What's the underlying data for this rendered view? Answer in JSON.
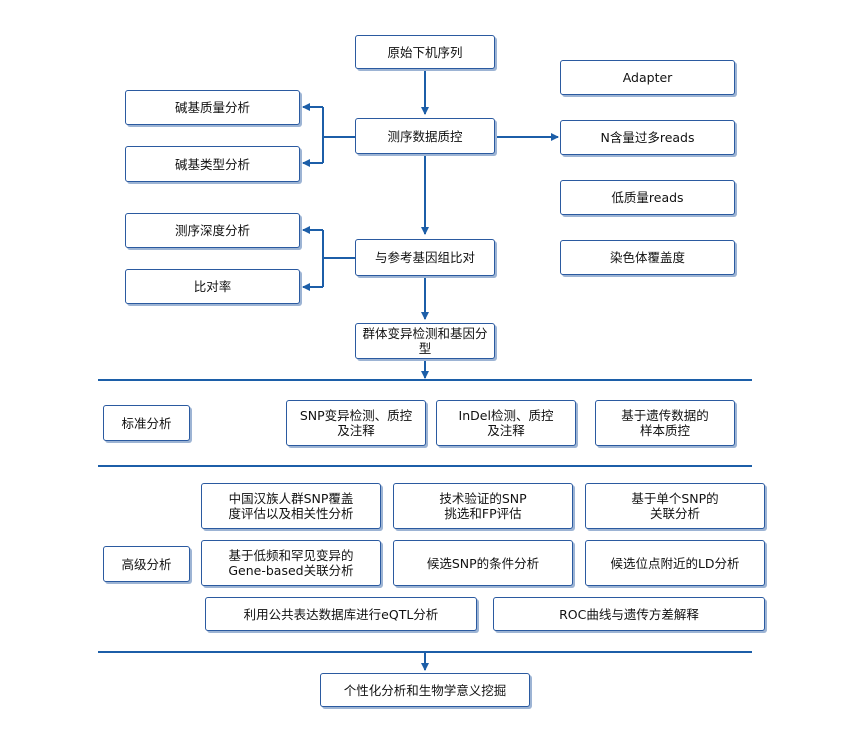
{
  "colors": {
    "line": "#1c5ea8",
    "box_border": "#2b5aa0",
    "box_shadow": "#9db4d4"
  },
  "flow": {
    "raw": "原始下机序列",
    "qc": "测序数据质控",
    "align": "与参考基因组比对",
    "genotype": "群体变异检测和基因分型"
  },
  "qc_sub": {
    "base_quality": "碱基质量分析",
    "base_type": "碱基类型分析"
  },
  "align_sub": {
    "depth": "测序深度分析",
    "rate": "比对率"
  },
  "filters": {
    "adapter": "Adapter",
    "n_reads": "N含量过多reads",
    "low_quality": "低质量reads",
    "coverage": "染色体覆盖度"
  },
  "standard": {
    "label": "标准分析",
    "snp": "SNP变异检测、质控\n及注释",
    "indel": "InDel检测、质控\n及注释",
    "sample_qc": "基于遗传数据的\n样本质控"
  },
  "advanced": {
    "label": "高级分析",
    "coverage_eval": "中国汉族人群SNP覆盖\n度评估以及相关性分析",
    "snp_pick": "技术验证的SNP\n挑选和FP评估",
    "single_snp": "基于单个SNP的\n关联分析",
    "gene_based": "基于低频和罕见变异的\nGene-based关联分析",
    "conditional": "候选SNP的条件分析",
    "ld": "候选位点附近的LD分析",
    "eqtl": "利用公共表达数据库进行eQTL分析",
    "roc": "ROC曲线与遗传方差解释"
  },
  "final": "个性化分析和生物学意义挖掘"
}
